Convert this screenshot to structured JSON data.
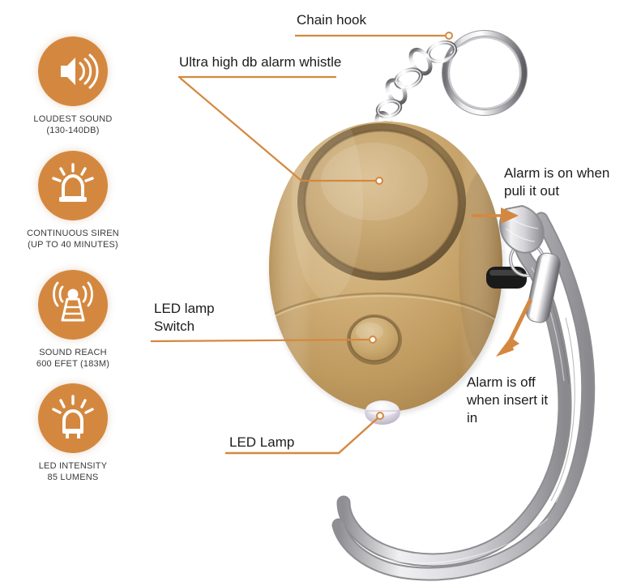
{
  "page": {
    "title": "Personal Safety Alarm Keychain Feature Diagram",
    "background": "#ffffff",
    "accent_color": "#d4883f",
    "text_color": "#1c1c1c",
    "caption_color": "#3a3a3a",
    "body_color": "#c8a268"
  },
  "features": [
    {
      "icon": "speaker-sound-waves-icon",
      "line1": "LOUDEST SOUND",
      "line2": "(130-140DB)"
    },
    {
      "icon": "siren-beacon-icon",
      "line1": "CONTINUOUS SIREN",
      "line2": "(UP TO 40 MINUTES)"
    },
    {
      "icon": "radio-tower-signal-icon",
      "line1": "SOUND REACH",
      "line2": "600 EFET (183M)"
    },
    {
      "icon": "led-bulb-rays-icon",
      "line1": "LED INTENSITY",
      "line2": "85 LUMENS"
    }
  ],
  "callouts": {
    "chain_hook": "Chain hook",
    "whistle": "Ultra high db alarm whistle",
    "alarm_on": "Alarm is on when\npuli it out",
    "led_switch": "LED lamp\nSwitch",
    "alarm_off": "Alarm is off\nwhen insert it\nin",
    "led_lamp": "LED Lamp"
  }
}
